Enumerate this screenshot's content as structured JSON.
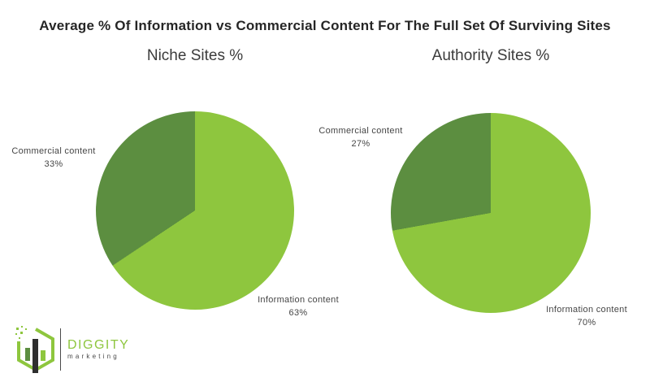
{
  "title": "Average % Of Information vs Commercial Content For The Full Set Of Surviving Sites",
  "colors": {
    "light_green": "#8EC63E",
    "dark_green": "#5C8E40",
    "text_dark": "#262626",
    "label_gray": "#454545"
  },
  "chart_data": [
    {
      "type": "pie",
      "title": "Niche Sites %",
      "labels": [
        "Information content",
        "Commercial content"
      ],
      "values": [
        63,
        33
      ],
      "display_values": [
        "63%",
        "33%"
      ],
      "colors": [
        "#8EC63E",
        "#5C8E40"
      ],
      "start_angle_deg": 0,
      "direction": "clockwise",
      "legend_position": "none",
      "label_placement": "outside"
    },
    {
      "type": "pie",
      "title": "Authority Sites %",
      "labels": [
        "Information content",
        "Commercial content"
      ],
      "values": [
        70,
        27
      ],
      "display_values": [
        "70%",
        "27%"
      ],
      "colors": [
        "#8EC63E",
        "#5C8E40"
      ],
      "start_angle_deg": 0,
      "direction": "clockwise",
      "legend_position": "none",
      "label_placement": "outside"
    }
  ],
  "logo": {
    "brand": "DIGGITY",
    "tagline": "marketing"
  }
}
